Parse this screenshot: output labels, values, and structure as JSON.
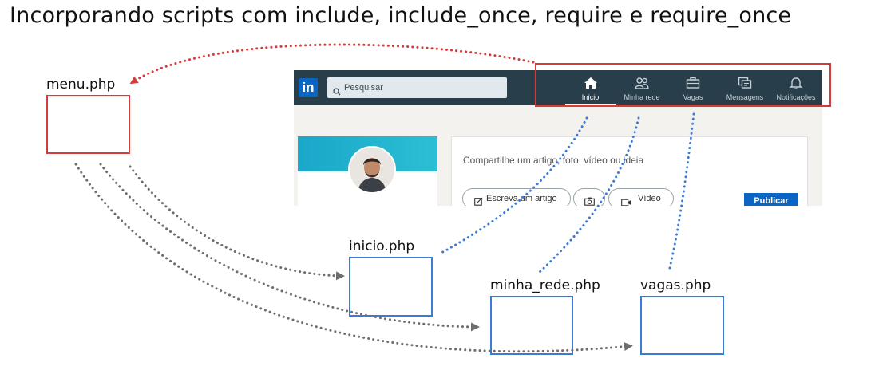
{
  "title": "Incorporando scripts com include, include_once, require e require_once",
  "files": {
    "menu": "menu.php",
    "inicio": "inicio.php",
    "minha_rede": "minha_rede.php",
    "vagas": "vagas.php"
  },
  "colors": {
    "red": "#d23c3c",
    "blue": "#3b7ad6",
    "gray": "#6e6e6e",
    "linkedin_bar": "#283e4a",
    "linkedin_blue": "#0a66c2"
  },
  "linkedin": {
    "logo": "in",
    "search_placeholder": "Pesquisar",
    "nav": [
      {
        "label": "Início",
        "icon": "home-icon",
        "active": true
      },
      {
        "label": "Minha rede",
        "icon": "network-icon",
        "active": false
      },
      {
        "label": "Vagas",
        "icon": "briefcase-icon",
        "active": false
      },
      {
        "label": "Mensagens",
        "icon": "messages-icon",
        "active": false
      },
      {
        "label": "Notificações",
        "icon": "bell-icon",
        "active": false
      }
    ],
    "post_prompt": "Compartilhe um artigo, foto, vídeo ou ideia",
    "write_article": "Escreva um artigo",
    "video": "Vídeo",
    "publish": "Publicar"
  }
}
